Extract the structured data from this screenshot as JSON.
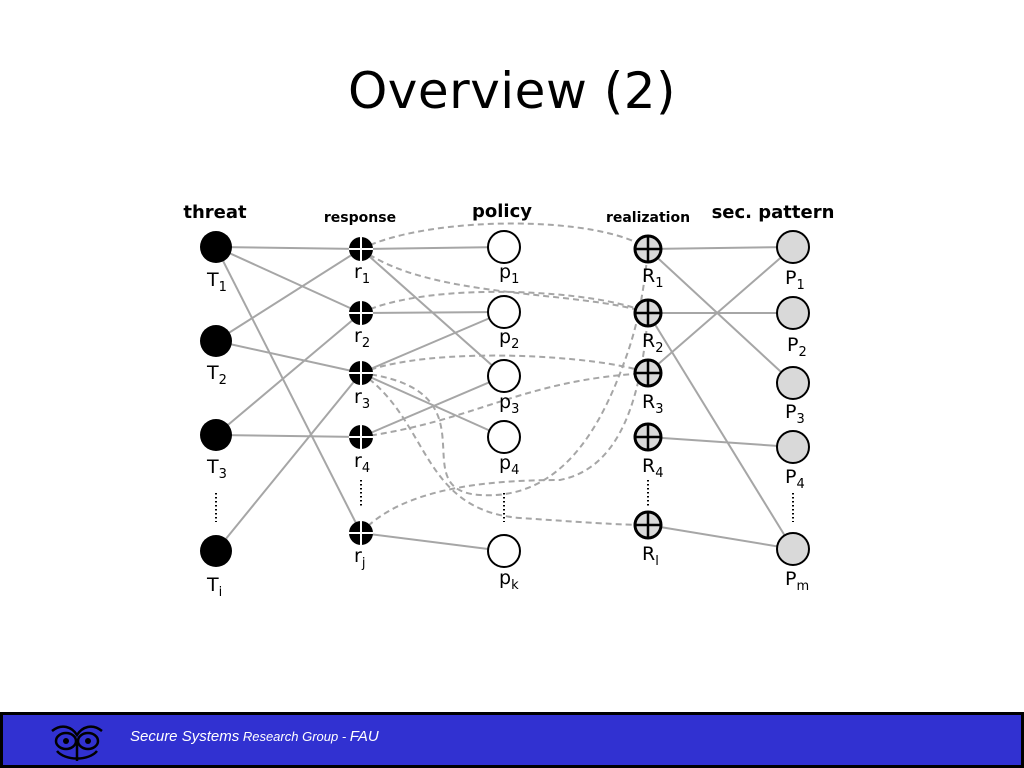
{
  "slide": {
    "title": "Overview (2)"
  },
  "columns": {
    "threat": "threat",
    "response": "response",
    "policy": "policy",
    "realization": "realization",
    "pattern": "sec. pattern"
  },
  "nodes": {
    "threats": [
      {
        "base": "T",
        "sub": "1"
      },
      {
        "base": "T",
        "sub": "2"
      },
      {
        "base": "T",
        "sub": "3"
      },
      {
        "base": "T",
        "sub": "i"
      }
    ],
    "responses": [
      {
        "base": "r",
        "sub": "1"
      },
      {
        "base": "r",
        "sub": "2"
      },
      {
        "base": "r",
        "sub": "3"
      },
      {
        "base": "r",
        "sub": "4"
      },
      {
        "base": "r",
        "sub": "j"
      }
    ],
    "policies": [
      {
        "base": "p",
        "sub": "1"
      },
      {
        "base": "p",
        "sub": "2"
      },
      {
        "base": "p",
        "sub": "3"
      },
      {
        "base": "p",
        "sub": "4"
      },
      {
        "base": "p",
        "sub": "k"
      }
    ],
    "realizations": [
      {
        "base": "R",
        "sub": "1"
      },
      {
        "base": "R",
        "sub": "2"
      },
      {
        "base": "R",
        "sub": "3"
      },
      {
        "base": "R",
        "sub": "4"
      },
      {
        "base": "R",
        "sub": "l"
      }
    ],
    "patterns": [
      {
        "base": "P",
        "sub": "1"
      },
      {
        "base": "P",
        "sub": "2"
      },
      {
        "base": "P",
        "sub": "3"
      },
      {
        "base": "P",
        "sub": "4"
      },
      {
        "base": "P",
        "sub": "m"
      }
    ]
  },
  "footer": {
    "text_part1": "Secure Systems",
    "text_part2": " Research Group - ",
    "text_part3": "FAU"
  },
  "colors": {
    "threat_fill": "#000000",
    "policy_fill": "#ffffff",
    "pattern_fill": "#d9d9d9",
    "realization_fill": "#d9d9d9",
    "edge": "#a6a6a6",
    "footer_bg": "#3131d1"
  },
  "icons": {
    "logo": "owl-logo-icon"
  }
}
